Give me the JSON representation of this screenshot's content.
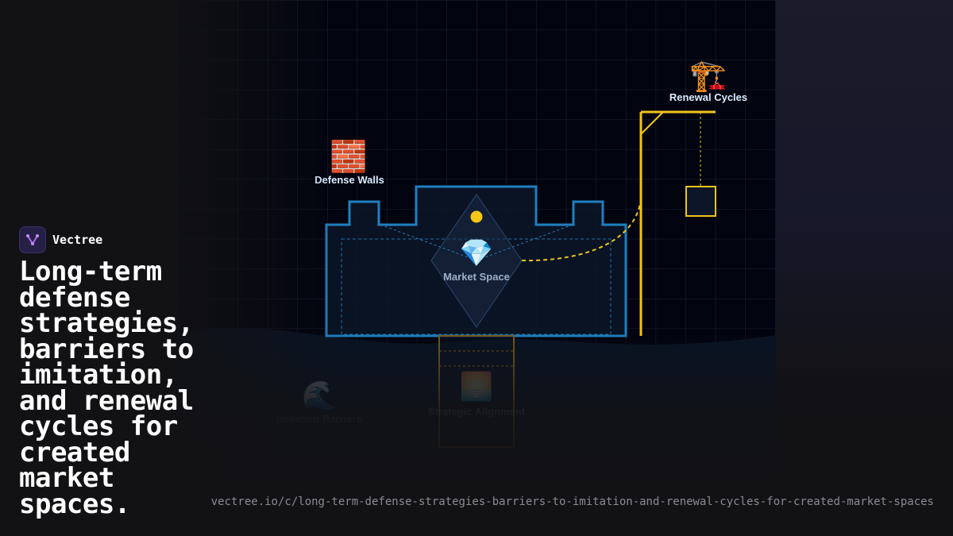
{
  "brand": {
    "name": "Vectree"
  },
  "headline": "Long-term defense strategies, barriers to imitation, and renewal cycles for created market spaces.",
  "url": "vectree.io/c/long-term-defense-strategies-barriers-to-imitation-and-renewal-cycles-for-created-market-spaces",
  "diagram": {
    "labels": {
      "defense_walls": "Defense Walls",
      "market_space": "Market Space",
      "renewal_cycles": "Renewal Cycles",
      "imitation_barriers": "Imitation Barriers",
      "strategic_alignment": "Strategic Alignment"
    },
    "icons": {
      "defense_walls": "brick-wall-icon",
      "market_space": "gem-icon",
      "renewal_cycles": "construction-crane-icon",
      "imitation_barriers": "water-wave-icon",
      "strategic_alignment": "sunrise-icon"
    },
    "colors": {
      "background": "#02040f",
      "grid": "#1a2236",
      "castle": "#1e7fc0",
      "crane": "#f0c419",
      "sun": "#f5c518",
      "label": "#dcebff"
    }
  }
}
